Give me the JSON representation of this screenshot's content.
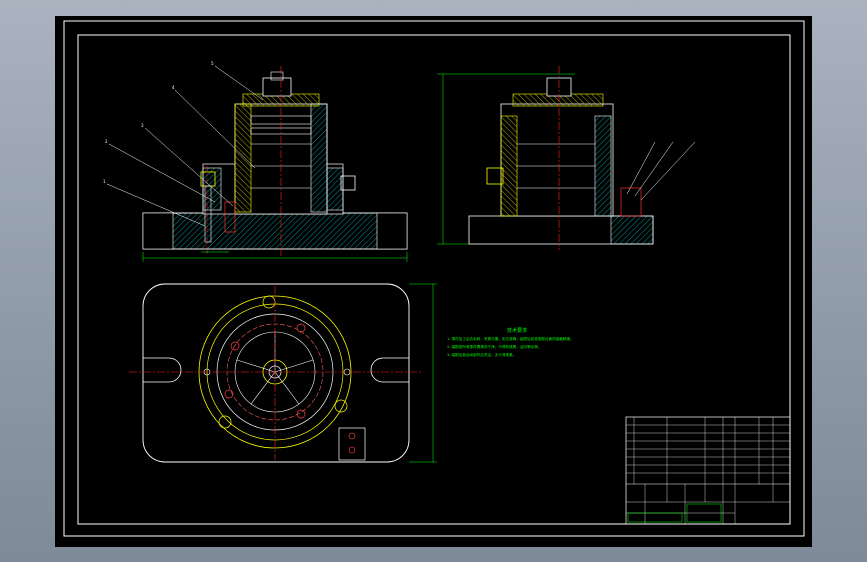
{
  "drawing": {
    "notes_title": "技术要求",
    "notes": [
      "1. 零件加工后去毛刺，夹紧可靠，定位准确，装配后检查各配合面的接触精度。",
      "2. 装配前所有零件需清洗干净，不得有铁屑、油污等杂物。",
      "3. 装配后各运动部件应灵活，无卡滞现象。"
    ],
    "callouts": [
      "1",
      "2",
      "3",
      "4",
      "5"
    ]
  },
  "colors": {
    "background": "#000000",
    "frame": "#ffffff",
    "outline": "#ffffff",
    "part": "#ffff00",
    "hatch": "#00c0c0",
    "center": "#ff2020",
    "note": "#00ff00",
    "bolt_circle": "#ff6060"
  }
}
